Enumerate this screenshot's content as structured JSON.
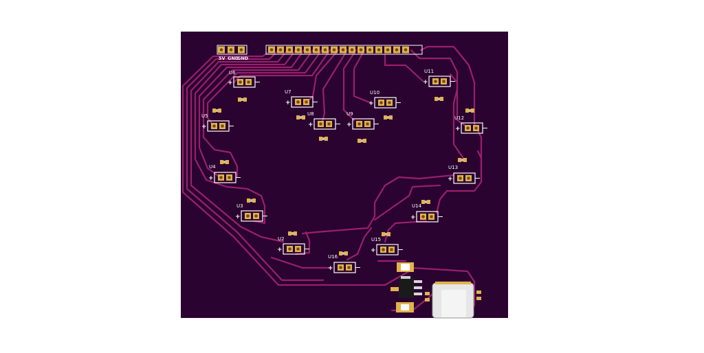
{
  "board": {
    "background": "#ffffff",
    "pcb_color": "#2a0330",
    "trace_color": "#9a1f6e",
    "silkscreen_color": "#ffffff",
    "pad_color": "#e2b24c"
  },
  "power_header": {
    "labels": [
      "5V",
      "GND",
      "GND"
    ]
  },
  "main_header": {
    "pin_count": 16
  },
  "leds": [
    {
      "ref": "U2"
    },
    {
      "ref": "U3"
    },
    {
      "ref": "U4"
    },
    {
      "ref": "U5"
    },
    {
      "ref": "U6"
    },
    {
      "ref": "U7"
    },
    {
      "ref": "U8"
    },
    {
      "ref": "U9"
    },
    {
      "ref": "U10"
    },
    {
      "ref": "U11"
    },
    {
      "ref": "U12"
    },
    {
      "ref": "U13"
    },
    {
      "ref": "U14"
    },
    {
      "ref": "U15"
    },
    {
      "ref": "U16"
    }
  ],
  "polarity_mark": "+",
  "usb_connector": {
    "type": "USB-C"
  }
}
